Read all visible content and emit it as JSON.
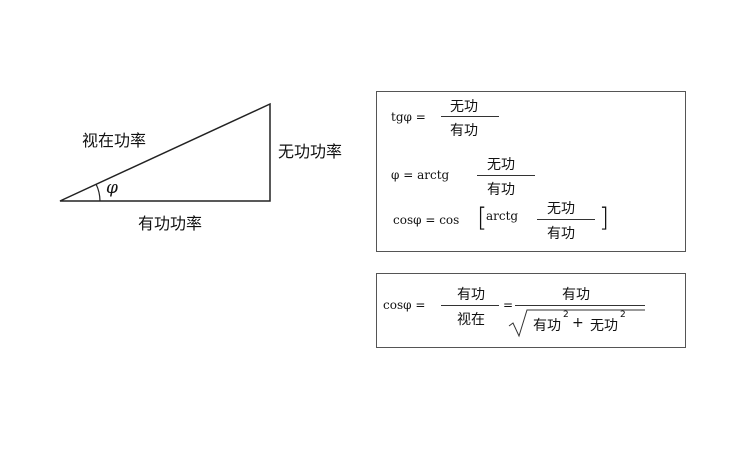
{
  "triangle": {
    "hypotenuse": "视在功率",
    "opposite": "无功功率",
    "adjacent": "有功功率",
    "angle": "φ"
  },
  "box1": {
    "eq1": {
      "lhs": "tgφ =",
      "num": "无功",
      "den": "有功"
    },
    "eq2": {
      "lhs": "φ = arctg",
      "num": "无功",
      "den": "有功"
    },
    "eq3": {
      "lhs": "cosφ = cos",
      "func": "arctg",
      "num": "无功",
      "den": "有功",
      "open": "[",
      "close": "]"
    }
  },
  "box2": {
    "lhs": "cosφ =",
    "num1": "有功",
    "den1": "视在",
    "eq": "=",
    "num2": "有功",
    "rad_a": "有功",
    "sq": "2",
    "plus": "+",
    "rad_b": "无功",
    "sq2": "2"
  }
}
